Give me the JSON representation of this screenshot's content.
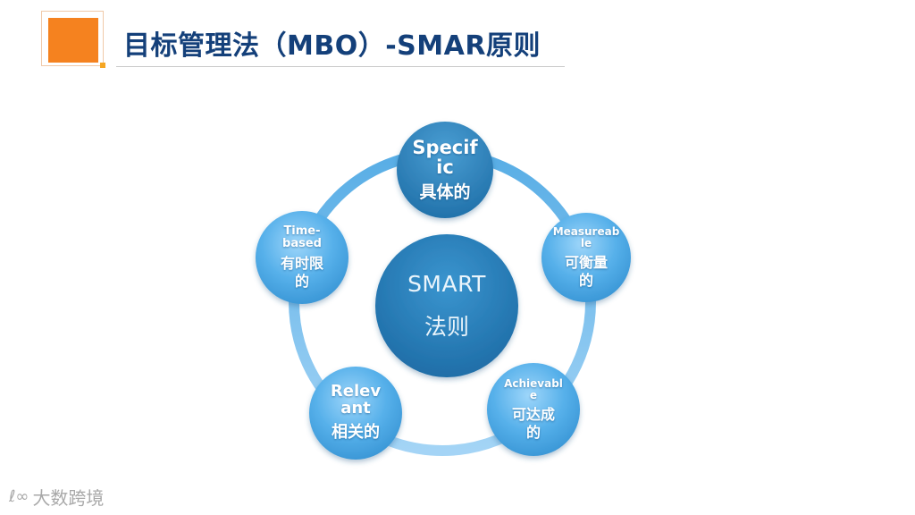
{
  "title": "目标管理法（MBO）-SMAR原则",
  "center": {
    "en": "SMART",
    "zh": "法则"
  },
  "nodes": [
    {
      "id": "specific",
      "en": "Specif\nic",
      "zh": "具体的"
    },
    {
      "id": "measureable",
      "en": "Measureab\nle",
      "zh": "可衡量\n的"
    },
    {
      "id": "achievable",
      "en": "Achievabl\ne",
      "zh": "可达成\n的"
    },
    {
      "id": "relevant",
      "en": "Relev\nant",
      "zh": "相关的"
    },
    {
      "id": "timebased",
      "en": "Time-\nbased",
      "zh": "有时限\n的"
    }
  ],
  "watermark": {
    "mark": "ℓ∞",
    "text": "大数跨境"
  },
  "colors": {
    "accent": "#f5821f",
    "title": "#14407a",
    "ring": "#5bb2e8"
  }
}
